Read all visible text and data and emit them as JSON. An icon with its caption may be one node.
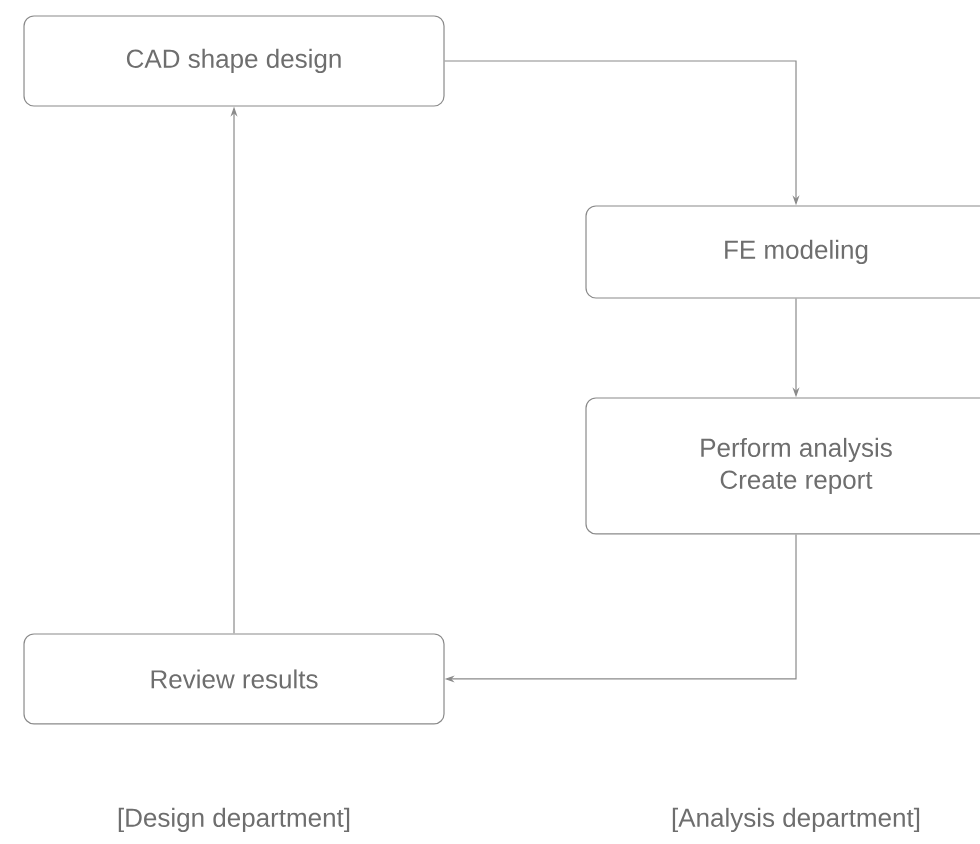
{
  "diagram": {
    "nodes": [
      {
        "text": [
          "CAD shape design"
        ]
      },
      {
        "text": [
          "FE modeling"
        ]
      },
      {
        "text": [
          "Perform analysis",
          "Create report"
        ]
      },
      {
        "text": [
          "Review results"
        ]
      }
    ],
    "edges": [
      {
        "from": 0,
        "to": 1,
        "arrow": "to"
      },
      {
        "from": 1,
        "to": 2,
        "arrow": "to"
      },
      {
        "from": 2,
        "to": 3,
        "arrow": "to"
      },
      {
        "from": 3,
        "to": 0,
        "arrow": "to"
      }
    ],
    "labels": [
      "[Design department]",
      "[Analysis department]"
    ]
  }
}
